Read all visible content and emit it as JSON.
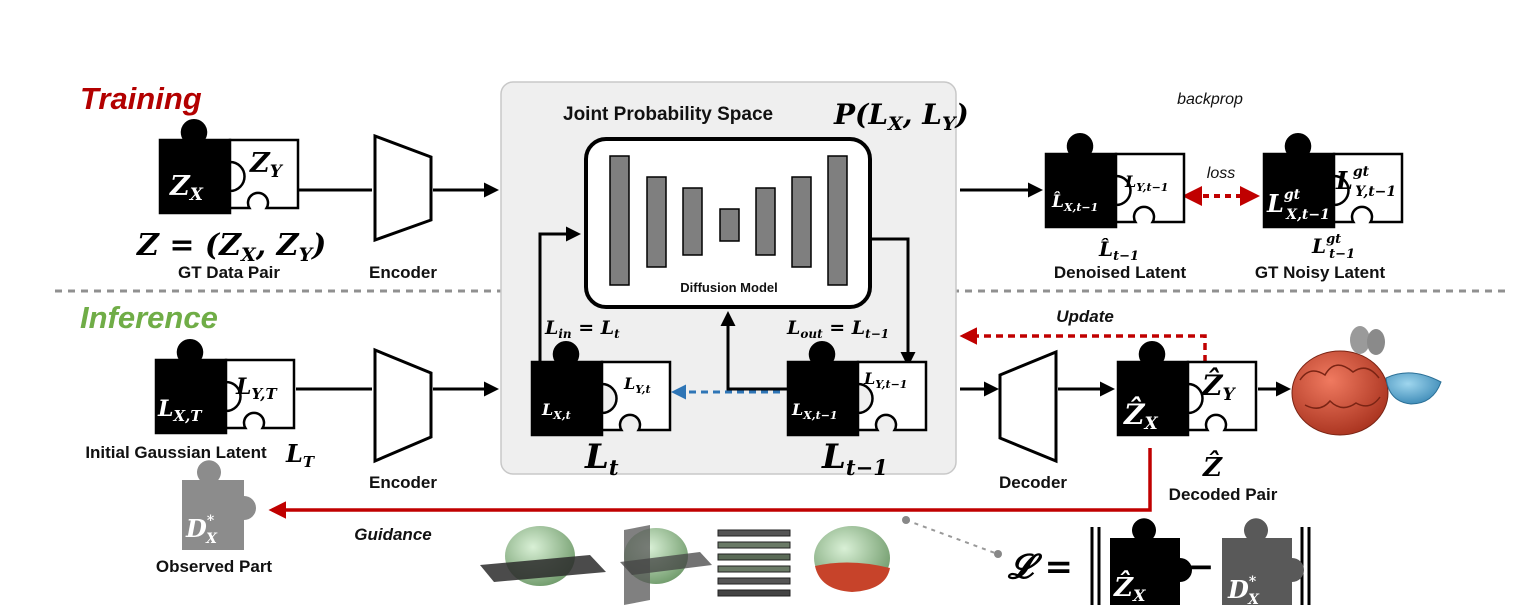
{
  "sections": {
    "training": "Training",
    "inference": "Inference"
  },
  "colors": {
    "training": "#b30000",
    "inference": "#70ad47",
    "guidance": "#c00000",
    "update": "#c00000",
    "loss": "#c00000",
    "copy_arrow": "#2e75b6",
    "panel_bg": "#efefef",
    "observed": "#8c8c8c"
  },
  "training": {
    "pair_zx": "Z_X",
    "pair_zy": "Z_Y",
    "pair_eq": "Z = (Z_X, Z_Y)",
    "pair_caption": "GT Data Pair",
    "encoder": "Encoder",
    "denoised_x": "L̂_X,t−1",
    "denoised_y": "L_Y,t−1",
    "denoised_symbol": "L̂_t−1",
    "denoised_caption": "Denoised Latent",
    "gt_x": "L^gt_X,t−1",
    "gt_y": "L^gt_Y,t−1",
    "gt_symbol": "L^gt_t−1",
    "gt_caption": "GT Noisy Latent",
    "loss": "loss",
    "backprop": "backprop"
  },
  "panel": {
    "title": "Joint Probability Space",
    "prob": "P(L_X, L_Y)",
    "model": "Diffusion Model",
    "lin": "L_in = L_t",
    "lout": "L_out = L_t−1",
    "lt_x": "L_X,t",
    "lt_y": "L_Y,t",
    "lt_symbol": "L_t",
    "ltm1_x": "L_X,t−1",
    "ltm1_y": "L_Y,t−1",
    "ltm1_symbol": "L_t−1"
  },
  "inference": {
    "init_x": "L_X,T",
    "init_y": "L_Y,T",
    "init_caption": "Initial Gaussian Latent",
    "init_symbol": "L_T",
    "encoder": "Encoder",
    "decoder": "Decoder",
    "dec_x": "Ẑ_X",
    "dec_y": "Ẑ_Y",
    "dec_symbol": "Ẑ",
    "dec_caption": "Decoded Pair",
    "update": "Update",
    "guidance": "Guidance",
    "observed": "D*_X",
    "observed_caption": "Observed Part",
    "loss_eq": "𝓛 =",
    "loss_a": "Ẑ_X",
    "loss_minus": "−",
    "loss_b": "D*_X"
  }
}
